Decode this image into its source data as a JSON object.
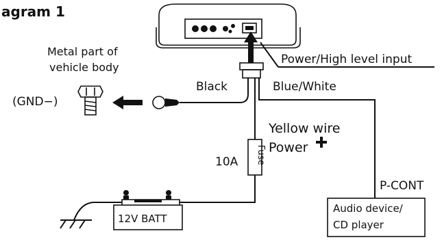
{
  "title": "agram 1",
  "labels": {
    "metal_line1": "Metal part of",
    "metal_line2": "vehicle body",
    "gnd": "(GND−)",
    "power_input": "Power/High level input",
    "black": "Black",
    "blue_white": "Blue/White",
    "yellow_line1": "Yellow wire",
    "yellow_line2": "Power",
    "fuse_rating": "10A",
    "fuse": "Fuse",
    "pcont": "P-CONT",
    "battery": "12V BATT",
    "audio_line1": "Audio device/",
    "audio_line2": "CD player"
  },
  "icons": {
    "bolt": "bolt-icon",
    "arrow_left": "arrow-left-icon",
    "ring_terminal": "ring-terminal-icon",
    "ground": "ground-symbol-icon",
    "plus": "plus-icon",
    "arrow_up": "arrow-up-icon"
  },
  "colors": {
    "line": "#111111",
    "background": "#ffffff"
  }
}
